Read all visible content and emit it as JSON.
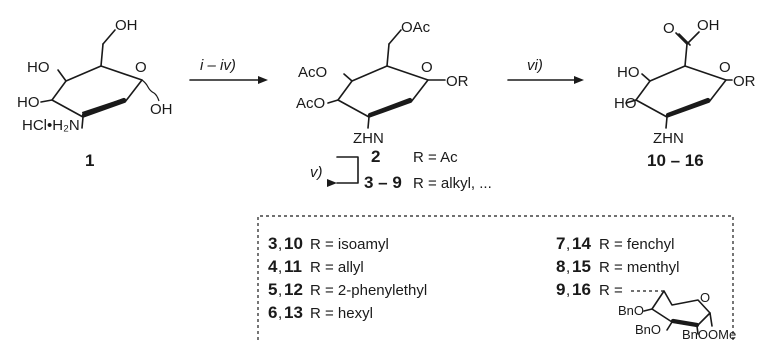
{
  "compounds": {
    "c1": {
      "number": "1",
      "labels": {
        "oh6": "OH",
        "ho4": "HO",
        "ho3": "HO",
        "o5": "O",
        "oh1": "OH",
        "salt": "HCl•H₂N"
      }
    },
    "c2": {
      "number": "2",
      "labels": {
        "oac6": "OAc",
        "aco4": "AcO",
        "aco3": "AcO",
        "o5": "O",
        "or1": "OR",
        "zhn": "ZHN"
      }
    },
    "c10": {
      "number": "10 – 16",
      "labels": {
        "oh_acid": "OH",
        "o_carb": "O",
        "ho4": "HO",
        "ho3": "HO",
        "o5": "O",
        "or1": "OR",
        "zhn": "ZHN"
      }
    }
  },
  "arrows": {
    "step1_label": "i – iv)",
    "step2_label": "vi)",
    "step3_label": "v)"
  },
  "rows": {
    "row2": {
      "number": "2",
      "text": "R = Ac"
    },
    "row3": {
      "number": "3 – 9",
      "text": "R = alkyl, ..."
    }
  },
  "table": {
    "left": [
      {
        "num": "3",
        "num2": "10",
        "text": "R = isoamyl"
      },
      {
        "num": "4",
        "num2": "11",
        "text": "R = allyl"
      },
      {
        "num": "5",
        "num2": "12",
        "text": "R = 2-phenylethyl"
      },
      {
        "num": "6",
        "num2": "13",
        "text": "R = hexyl"
      }
    ],
    "right": [
      {
        "num": "7",
        "num2": "14",
        "text": "R = fenchyl"
      },
      {
        "num": "8",
        "num2": "15",
        "text": "R = menthyl"
      },
      {
        "num": "9",
        "num2": "16",
        "text": "R ="
      }
    ],
    "sugar_labels": {
      "o5": "O",
      "bno4": "BnO",
      "bno3": "BnO",
      "bno2": "BnO",
      "ome": "OMe"
    }
  }
}
